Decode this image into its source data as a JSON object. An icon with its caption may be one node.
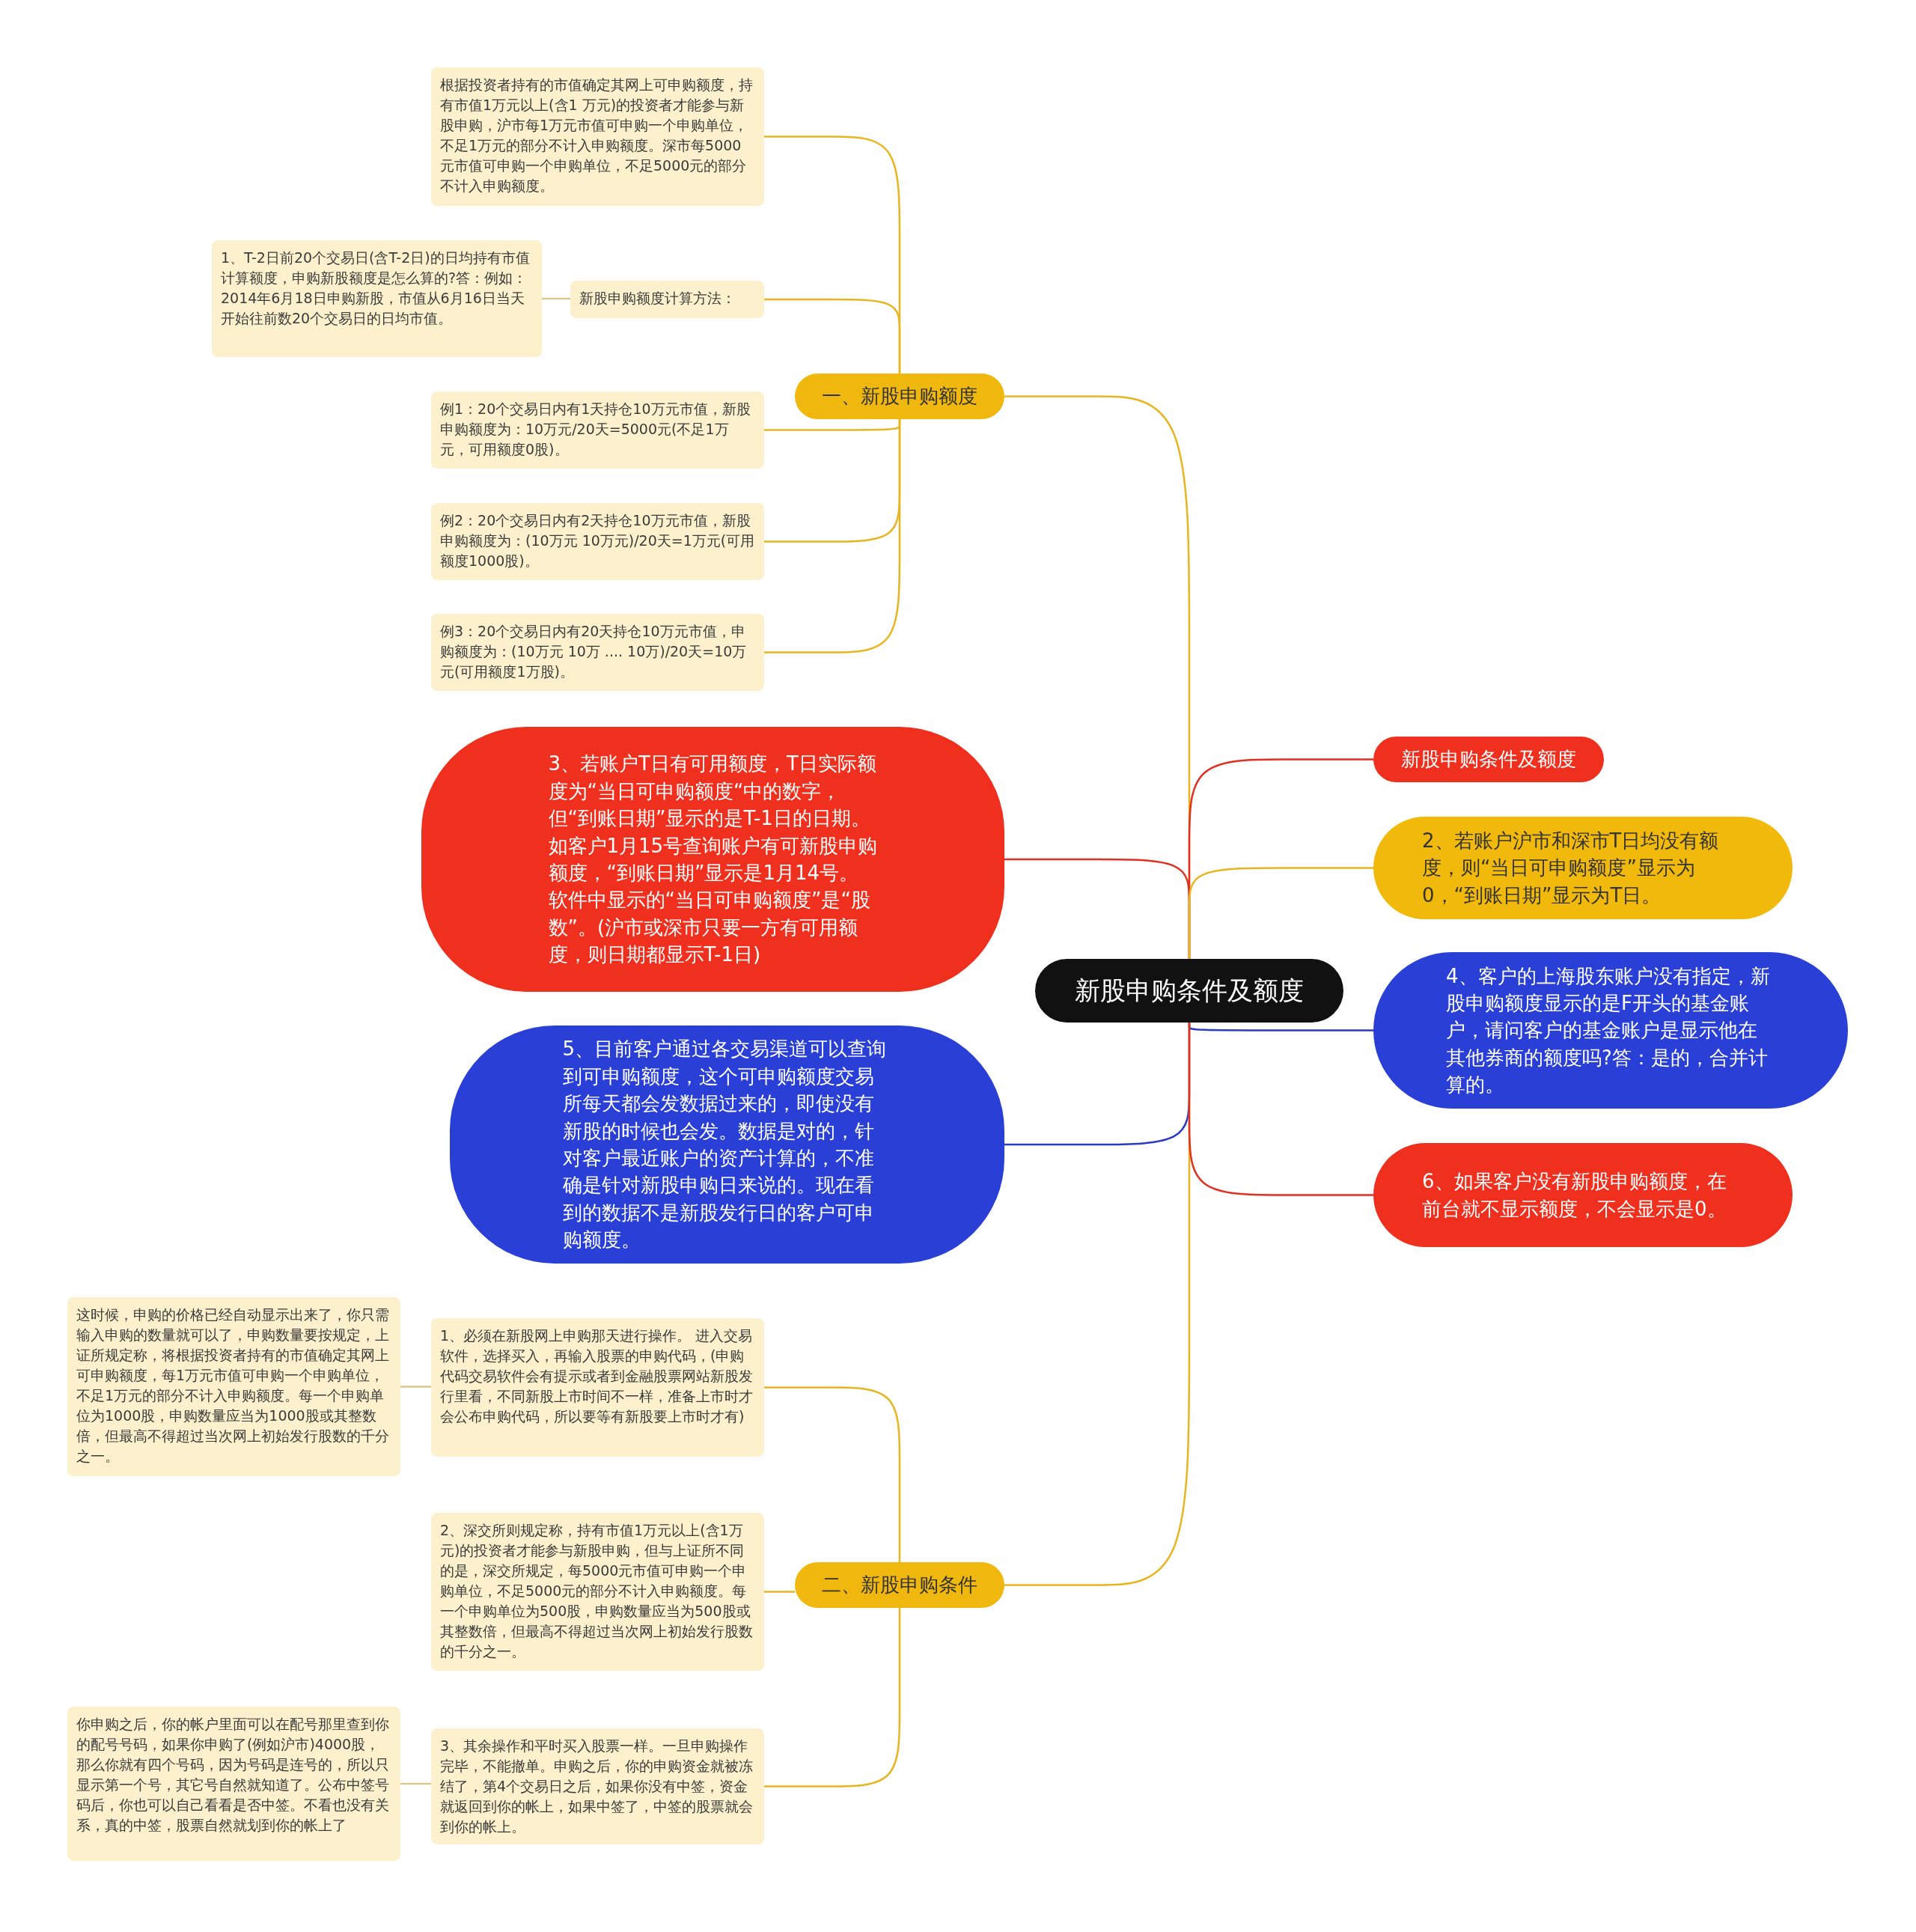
{
  "diagram": {
    "nodes": [
      {
        "text": [
          "新股申购条件及额度"
        ]
      },
      {
        "text": [
          "一、新股申购额度"
        ]
      },
      {
        "text": [
          "根据投资者持有的市值确定其网上可申购额度，持有市值1万元以上(含1 万元)的投资者才能参与新股申购，沪市每1万元市值可申购一个申购单位，不足1万元的部分不计入申购额度。深市每5000元市值可申购一个申购单位，不足5000元的部分不计入申购额度。"
        ]
      },
      {
        "text": [
          "1、T-2日前20个交易日(含T-2日)的日均持有市值计算额度，申购新股额度是怎么算的?答：例如：2014年6月18日申购新股，市值从6月16日当天开始往前数20个交易日的日均市值。"
        ]
      },
      {
        "text": [
          "新股申购额度计算方法："
        ]
      },
      {
        "text": [
          "例1：20个交易日内有1天持仓10万元市值，新股申购额度为：10万元/20天=5000元(不足1万元，可用额度0股)。"
        ]
      },
      {
        "text": [
          "例2：20个交易日内有2天持仓10万元市值，新股申购额度为：(10万元 10万元)/20天=1万元(可用额度1000股)。"
        ]
      },
      {
        "text": [
          "例3：20个交易日内有20天持仓10万元市值，申购额度为：(10万元 10万 .... 10万)/20天=10万元(可用额度1万股)。"
        ]
      },
      {
        "text": [
          "3、若账户T日有可用额度，T日实际额度为“当日可申购额度“中的数字，但“到账日期”显示的是T-1日的日期。如客户1月15号查询账户有可新股申购额度，“到账日期”显示是1月14号。软件中显示的“当日可申购额度”是“股数”。(沪市或深市只要一方有可用额度，则日期都显示T-1日)"
        ]
      },
      {
        "text": [
          "5、目前客户通过各交易渠道可以查询到可申购额度，这个可申购额度交易所每天都会发数据过来的，即使没有新股的时候也会发。数据是对的，针对客户最近账户的资产计算的，不准确是针对新股申购日来说的。现在看到的数据不是新股发行日的客户可申购额度。"
        ]
      },
      {
        "text": [
          "这时候，申购的价格已经自动显示出来了，你只需输入申购的数量就可以了，申购数量要按规定，上证所规定称，将根据投资者持有的市值确定其网上可申购额度，每1万元市值可申购一个申购单位，不足1万元的部分不计入申购额度。每一个申购单位为1000股，申购数量应当为1000股或其整数倍，但最高不得超过当次网上初始发行股数的千分之一。"
        ]
      },
      {
        "text": [
          "1、必须在新股网上申购那天进行操作。 进入交易软件，选择买入，再输入股票的申购代码，(申购代码交易软件会有提示或者到金融股票网站新股发行里看，不同新股上市时间不一样，准备上市时才会公布申购代码，所以要等有新股要上市时才有)"
        ]
      },
      {
        "text": [
          "2、深交所则规定称，持有市值1万元以上(含1万元)的投资者才能参与新股申购，但与上证所不同的是，深交所规定，每5000元市值可申购一个申购单位，不足5000元的部分不计入申购额度。每一个申购单位为500股，申购数量应当为500股或其整数倍，但最高不得超过当次网上初始发行股数的千分之一。"
        ]
      },
      {
        "text": [
          "你申购之后，你的帐户里面可以在配号那里查到你的配号号码，如果你申购了(例如沪市)4000股，那么你就有四个号码，因为号码是连号的，所以只显示第一个号，其它号自然就知道了。公布中签号码后，你也可以自己看看是否中签。不看也没有关系，真的中签，股票自然就划到你的帐上了"
        ]
      },
      {
        "text": [
          "3、其余操作和平时买入股票一样。一旦申购操作完毕，不能撤单。申购之后，你的申购资金就被冻结了，第4个交易日之后，如果你没有中签，资金就返回到你的帐上，如果中签了，中签的股票就会到你的帐上。"
        ]
      },
      {
        "text": [
          "二、新股申购条件"
        ]
      },
      {
        "text": [
          "新股申购条件及额度"
        ]
      },
      {
        "text": [
          "2、若账户沪市和深市T日均没有额度，则“当日可申购额度”显示为0，“到账日期”显示为T日。"
        ]
      },
      {
        "text": [
          "4、客户的上海股东账户没有指定，新股申购额度显示的是F开头的基金账户，请问客户的基金账户是显示他在其他券商的额度吗?答：是的，合并计算的。"
        ]
      },
      {
        "text": [
          "6、如果客户没有新股申购额度，在前台就不显示额度，不会显示是0。"
        ]
      }
    ],
    "edges": [
      {
        "from": 0,
        "to": 1,
        "arrow": "none"
      },
      {
        "from": 1,
        "to": 2,
        "arrow": "none"
      },
      {
        "from": 1,
        "to": 4,
        "arrow": "none"
      },
      {
        "from": 4,
        "to": 3,
        "arrow": "none",
        "color": "#d9c78e"
      },
      {
        "from": 1,
        "to": 5,
        "arrow": "none"
      },
      {
        "from": 1,
        "to": 6,
        "arrow": "none"
      },
      {
        "from": 1,
        "to": 7,
        "arrow": "none"
      },
      {
        "from": 0,
        "to": 8,
        "arrow": "none",
        "color": "#e03020"
      },
      {
        "from": 0,
        "to": 9,
        "arrow": "none",
        "color": "#2a3bc8"
      },
      {
        "from": 0,
        "to": 15,
        "arrow": "none"
      },
      {
        "from": 15,
        "to": 11,
        "arrow": "none"
      },
      {
        "from": 11,
        "to": 10,
        "arrow": "none",
        "color": "#d9c78e"
      },
      {
        "from": 15,
        "to": 12,
        "arrow": "none"
      },
      {
        "from": 15,
        "to": 14,
        "arrow": "none"
      },
      {
        "from": 14,
        "to": 13,
        "arrow": "none",
        "color": "#d9c78e"
      },
      {
        "from": 0,
        "to": 16,
        "arrow": "none",
        "color": "#e03020"
      },
      {
        "from": 0,
        "to": 17,
        "arrow": "none"
      },
      {
        "from": 0,
        "to": 18,
        "arrow": "none",
        "color": "#2a3bc8"
      },
      {
        "from": 0,
        "to": 19,
        "arrow": "none",
        "color": "#e03020"
      }
    ]
  }
}
